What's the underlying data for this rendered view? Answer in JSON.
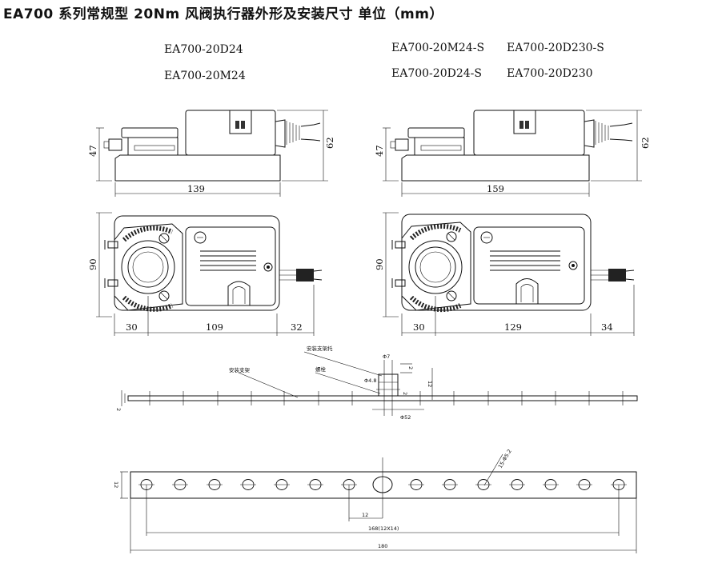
{
  "title": "EA700 系列常规型 20Nm 风阀执行器外形及安装尺寸 单位（mm）",
  "models": {
    "left_1": "EA700-20D24",
    "left_2": "EA700-20M24",
    "right_1a": "EA700-20M24-S",
    "right_1b": "EA700-20D230-S",
    "right_2a": "EA700-20D24-S",
    "right_2b": "EA700-20D230"
  },
  "dims": {
    "left_side_height": "47",
    "left_total_height": "62",
    "left_length": "139",
    "left_top_height": "90",
    "left_seg1": "30",
    "left_seg2": "109",
    "left_seg3": "32",
    "right_side_height": "47",
    "right_total_height": "62",
    "right_length": "159",
    "right_top_height": "90",
    "right_seg1": "30",
    "right_seg2": "129",
    "right_seg3": "34"
  },
  "bracket": {
    "label_install_bracket": "安装支架",
    "label_bracket_holder": "安装支架托",
    "label_bolt": "螺栓",
    "phi7": "Φ7",
    "phi48": "Φ4.8",
    "phi52": "Φ52",
    "dim_2a": "2",
    "dim_12": "12",
    "dim_2b": "2",
    "dim_2c": "2"
  },
  "plate": {
    "hole_label": "15-Φ5.2",
    "width": "12",
    "gap": "12",
    "pitch": "168(12X14)",
    "length": "180"
  },
  "colors": {
    "line": "#111111",
    "body_fill": "#f2f2f2",
    "dark_fill": "#444444"
  }
}
